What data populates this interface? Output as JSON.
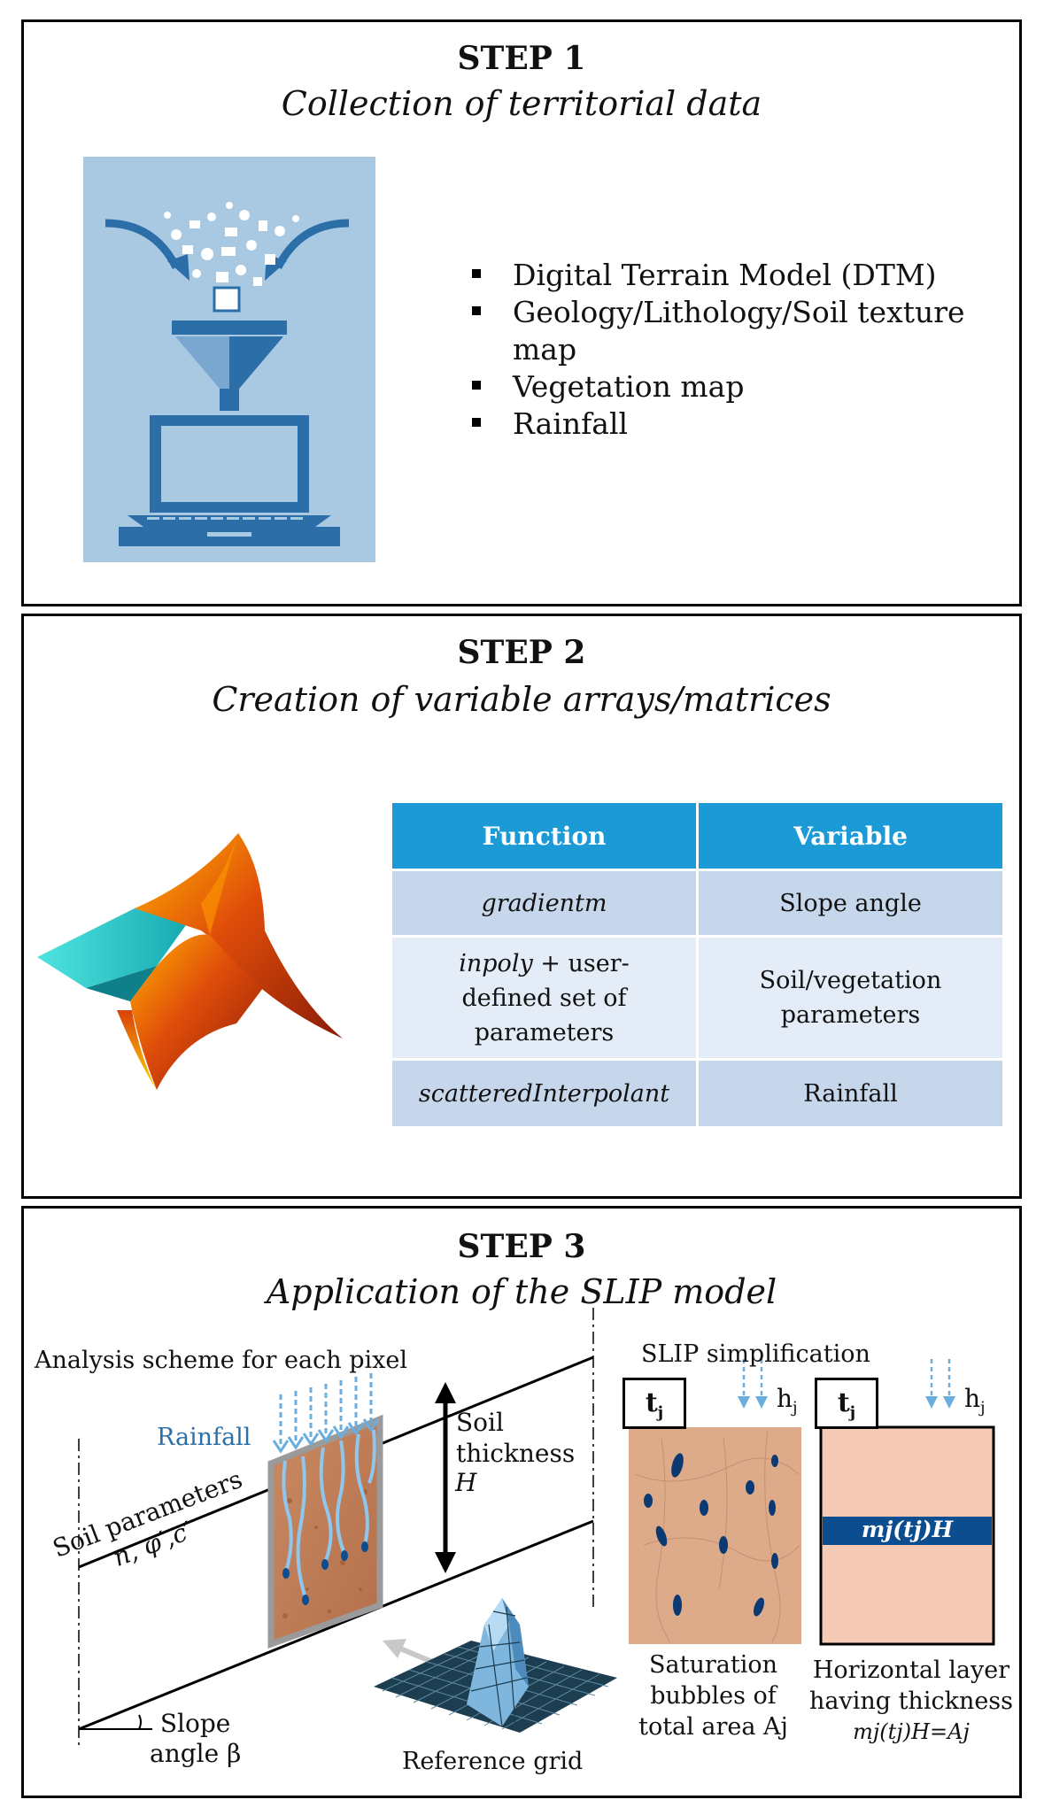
{
  "step1": {
    "title": "STEP 1",
    "subtitle": "Collection of territorial data",
    "bullets": [
      "Digital Terrain Model (DTM)",
      "Geology/Lithology/Soil texture map",
      "Vegetation map",
      "Rainfall"
    ]
  },
  "step2": {
    "title": "STEP 2",
    "subtitle": "Creation of variable arrays/matrices",
    "table": {
      "headers": [
        "Function",
        "Variable"
      ],
      "rows": [
        {
          "function_italic": "gradientm",
          "function_rest": "",
          "variable": "Slope angle"
        },
        {
          "function_italic": "inpoly",
          "function_rest": " + user-defined set of parameters",
          "variable": "Soil/vegetation parameters"
        },
        {
          "function_italic": "scatteredInterpolant",
          "function_rest": "",
          "variable": "Rainfall"
        }
      ]
    }
  },
  "step3": {
    "title": "STEP 3",
    "subtitle": "Application of the SLIP model",
    "analysis_title": "Analysis scheme for each pixel",
    "rainfall_label": "Rainfall",
    "soil_thickness_label": "Soil thickness",
    "soil_thickness_symbol": "H",
    "soil_params_label": "Soil parameters",
    "soil_params_symbols": "n, φ′,c′",
    "slope_label": "Slope",
    "slope_angle_label": "angle β",
    "reference_grid_label": "Reference grid",
    "slip_title": "SLIP simplification",
    "time_label": "t",
    "time_sub": "j",
    "h_label": "h",
    "h_sub": "j",
    "layer_label": "mj(tj)H",
    "saturation_caption": [
      "Saturation",
      "bubbles of",
      "total area Aj"
    ],
    "horizontal_caption": [
      "Horizontal layer",
      "having thickness",
      "mj(tj)H=Aj"
    ]
  },
  "colors": {
    "accent_blue": "#1b9ad6",
    "panel_blue": "#a9c9e3",
    "icon_blue": "#2b6ea8",
    "soil_pink": "#f5cbb6",
    "layer_navy": "#0b4d8f",
    "rain_blue": "#6aaee0"
  }
}
